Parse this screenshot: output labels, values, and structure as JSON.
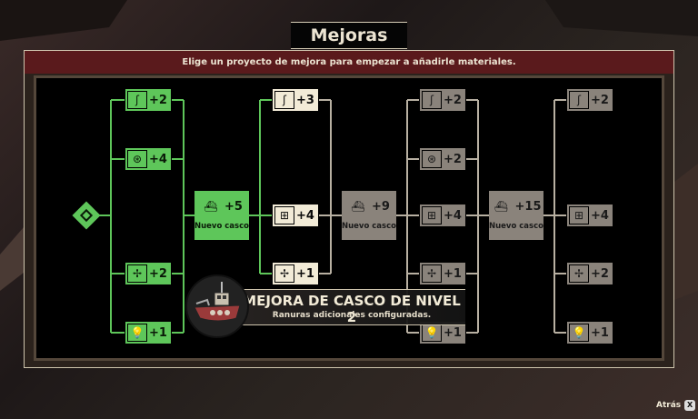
{
  "header": {
    "title": "Mejoras"
  },
  "banner": {
    "text": "Elige un proyecto de mejora para empezar a añadirle materiales."
  },
  "colors": {
    "unlocked": "#5ec65a",
    "available": "#f2ebd7",
    "locked": "#8a837b",
    "banner": "#5a1a1c"
  },
  "tree": {
    "col1": [
      {
        "icon": "fishing-hook-icon",
        "glyph": "ʃ",
        "value": "+2"
      },
      {
        "icon": "crab-pot-icon",
        "glyph": "⊛",
        "value": "+4"
      },
      {
        "icon": "engine-fan-icon",
        "glyph": "✢",
        "value": "+2"
      },
      {
        "icon": "light-bulb-icon",
        "glyph": "💡",
        "value": "+1"
      }
    ],
    "hull1": {
      "icon": "boat-icon",
      "glyph": "⛴",
      "value": "+5",
      "label": "Nuevo casco"
    },
    "col2": [
      {
        "icon": "fishing-hook-icon",
        "glyph": "ʃ",
        "value": "+3"
      },
      {
        "icon": "grid-storage-icon",
        "glyph": "⊞",
        "value": "+4"
      },
      {
        "icon": "engine-fan-icon",
        "glyph": "✢",
        "value": "+1"
      }
    ],
    "hull2": {
      "icon": "boat-icon",
      "glyph": "⛴",
      "value": "+9",
      "label": "Nuevo casco"
    },
    "col3": [
      {
        "icon": "fishing-hook-icon",
        "glyph": "ʃ",
        "value": "+2"
      },
      {
        "icon": "crab-pot-icon",
        "glyph": "⊛",
        "value": "+2"
      },
      {
        "icon": "grid-storage-icon",
        "glyph": "⊞",
        "value": "+4"
      },
      {
        "icon": "engine-fan-icon",
        "glyph": "✢",
        "value": "+1"
      },
      {
        "icon": "light-bulb-icon",
        "glyph": "💡",
        "value": "+1"
      }
    ],
    "hull3": {
      "icon": "boat-icon",
      "glyph": "⛴",
      "value": "+15",
      "label": "Nuevo casco"
    },
    "col4": [
      {
        "icon": "fishing-hook-icon",
        "glyph": "ʃ",
        "value": "+2"
      },
      {
        "icon": "grid-storage-icon",
        "glyph": "⊞",
        "value": "+4"
      },
      {
        "icon": "engine-fan-icon",
        "glyph": "✢",
        "value": "+2"
      },
      {
        "icon": "light-bulb-icon",
        "glyph": "💡",
        "value": "+1"
      }
    ]
  },
  "tooltip": {
    "title": "MEJORA DE CASCO DE NIVEL 2",
    "subtitle": "Ranuras adicionales configuradas."
  },
  "footer": {
    "back_label": "Atrás",
    "back_key": "X"
  }
}
